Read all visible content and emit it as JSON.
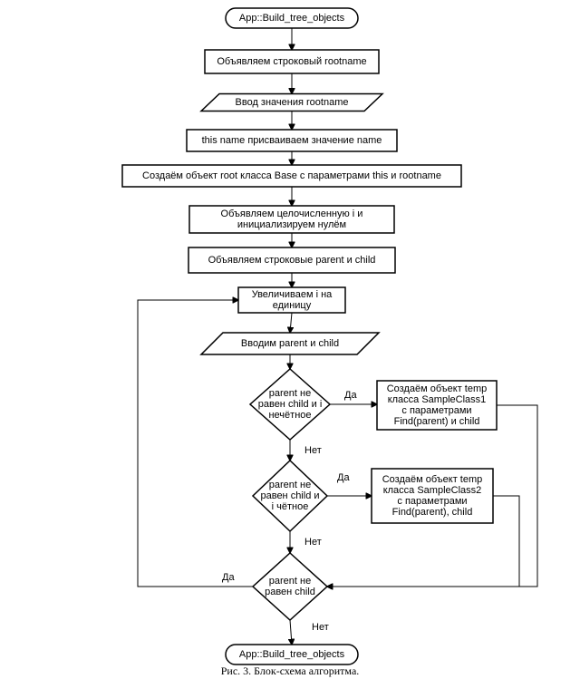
{
  "diagram": {
    "nodes": [
      {
        "id": "start",
        "shape": "terminal",
        "text": "App::Build_tree_objects"
      },
      {
        "id": "declare_rootname",
        "shape": "process",
        "text": "Объявляем строковый rootname"
      },
      {
        "id": "input_rootname",
        "shape": "io",
        "text": "Ввод значения rootname"
      },
      {
        "id": "assign_name",
        "shape": "process",
        "text": "this name присваиваем значение name"
      },
      {
        "id": "create_root",
        "shape": "process",
        "text": "Создаём объект root класса Base с параметрами this и rootname"
      },
      {
        "id": "declare_i",
        "shape": "process",
        "text": "Объявляем целочисленную i и\nинициализируем нулём"
      },
      {
        "id": "declare_parent_child",
        "shape": "process",
        "text": "Объявляем строковые parent и child"
      },
      {
        "id": "increment_i",
        "shape": "process",
        "text": "Увеличиваем i на\nединицу"
      },
      {
        "id": "input_parent_child",
        "shape": "io",
        "text": "Вводим parent и child"
      },
      {
        "id": "cond_odd",
        "shape": "decision",
        "text": "parent не\nравен child и i\nнечётное"
      },
      {
        "id": "create_temp1",
        "shape": "process",
        "text": "Создаём объект temp\nкласса SampleClass1\nс параметрами\nFind(parent) и child"
      },
      {
        "id": "cond_even",
        "shape": "decision",
        "text": "parent не\nравен child и\ni чётное"
      },
      {
        "id": "create_temp2",
        "shape": "process",
        "text": "Создаём объект temp\nкласса SampleClass2\nс параметрами\nFind(parent), child"
      },
      {
        "id": "cond_loop",
        "shape": "decision",
        "text": "parent не\nравен child"
      },
      {
        "id": "end",
        "shape": "terminal",
        "text": "App::Build_tree_objects"
      }
    ],
    "edges": [
      {
        "from": "start",
        "to": "declare_rootname",
        "label": ""
      },
      {
        "from": "declare_rootname",
        "to": "input_rootname",
        "label": ""
      },
      {
        "from": "input_rootname",
        "to": "assign_name",
        "label": ""
      },
      {
        "from": "assign_name",
        "to": "create_root",
        "label": ""
      },
      {
        "from": "create_root",
        "to": "declare_i",
        "label": ""
      },
      {
        "from": "declare_i",
        "to": "declare_parent_child",
        "label": ""
      },
      {
        "from": "declare_parent_child",
        "to": "increment_i",
        "label": ""
      },
      {
        "from": "increment_i",
        "to": "input_parent_child",
        "label": ""
      },
      {
        "from": "input_parent_child",
        "to": "cond_odd",
        "label": ""
      },
      {
        "from": "cond_odd",
        "to": "create_temp1",
        "label": "Да"
      },
      {
        "from": "cond_odd",
        "to": "cond_even",
        "label": "Нет"
      },
      {
        "from": "cond_even",
        "to": "create_temp2",
        "label": "Да"
      },
      {
        "from": "cond_even",
        "to": "cond_loop",
        "label": "Нет"
      },
      {
        "from": "create_temp1",
        "to": "cond_loop",
        "label": ""
      },
      {
        "from": "create_temp2",
        "to": "cond_loop",
        "label": ""
      },
      {
        "from": "cond_loop",
        "to": "increment_i",
        "label": "Да"
      },
      {
        "from": "cond_loop",
        "to": "end",
        "label": "Нет"
      }
    ]
  },
  "caption": "Рис. 3. Блок-схема алгоритма."
}
